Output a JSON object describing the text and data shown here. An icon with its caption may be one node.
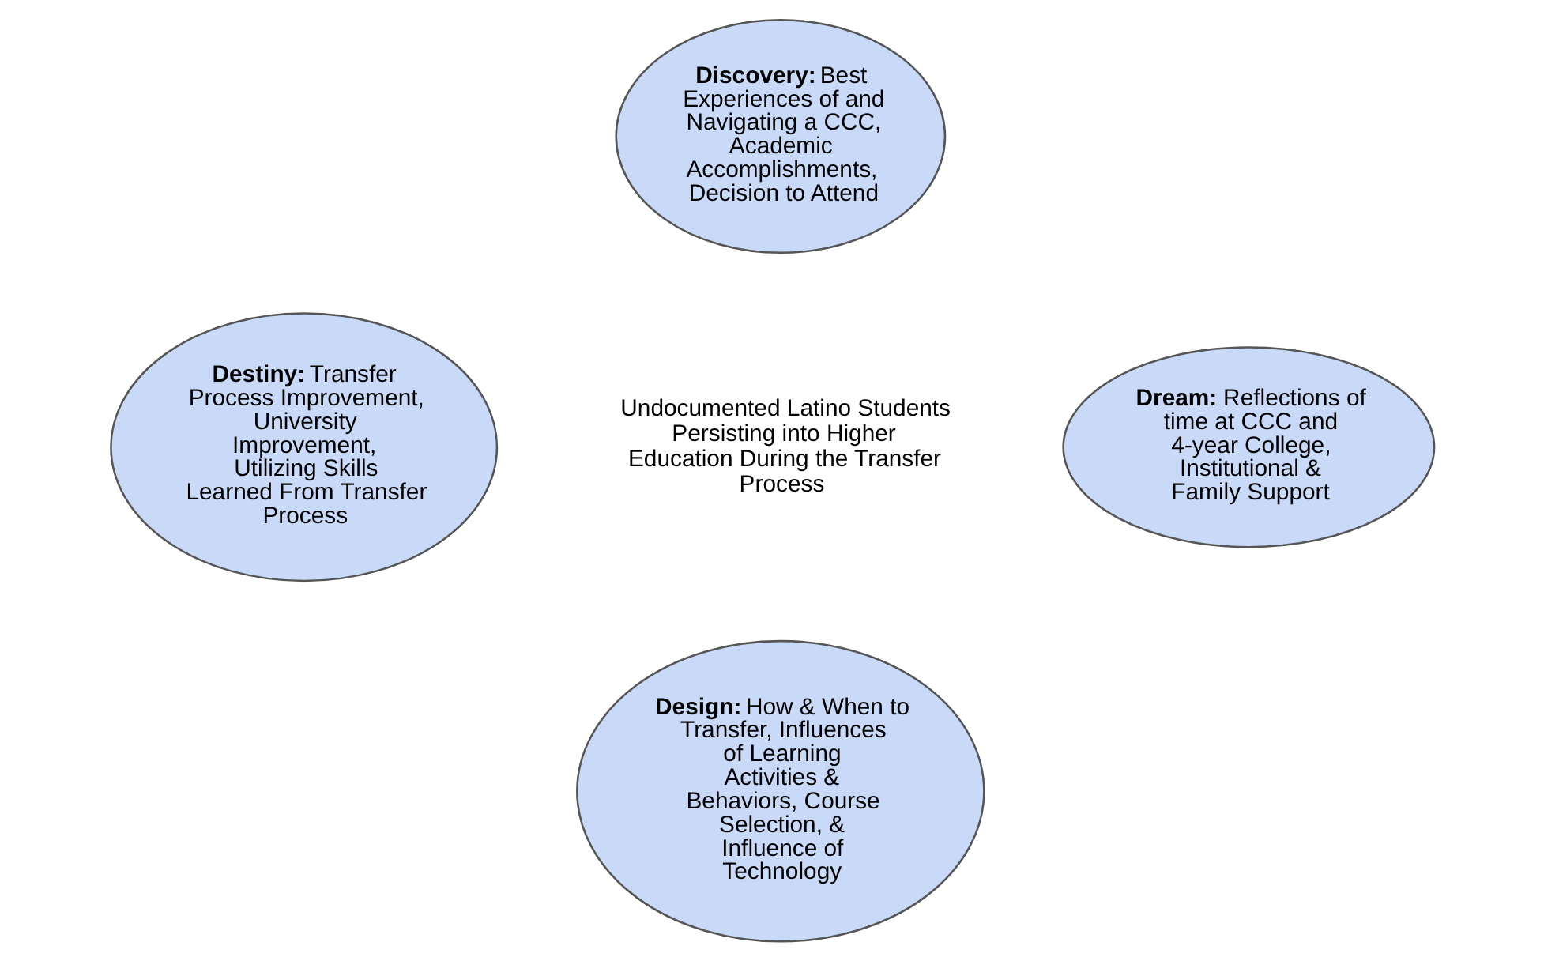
{
  "diagram": {
    "nodes": [
      {
        "text": [
          "Discovery:",
          "Best Experiences of and Navigating a CCC, Academic Accomplishments, Decision to Attend"
        ]
      },
      {
        "text": [
          "Destiny:",
          "Transfer Process Improvement, University Improvement, Utilizing Skills Learned From Transfer Process"
        ]
      },
      {
        "text": [
          "Dream:",
          "Reflections of time at CCC and 4-year College, Institutional & Family Support"
        ]
      },
      {
        "text": [
          "Design:",
          "How & When to Transfer, Influences of Learning Activities & Behaviors, Course Selection, & Influence of Technology"
        ]
      }
    ],
    "edges": [],
    "labels": [
      "Undocumented Latino Students Persisting into Higher Education During the Transfer Process"
    ]
  }
}
